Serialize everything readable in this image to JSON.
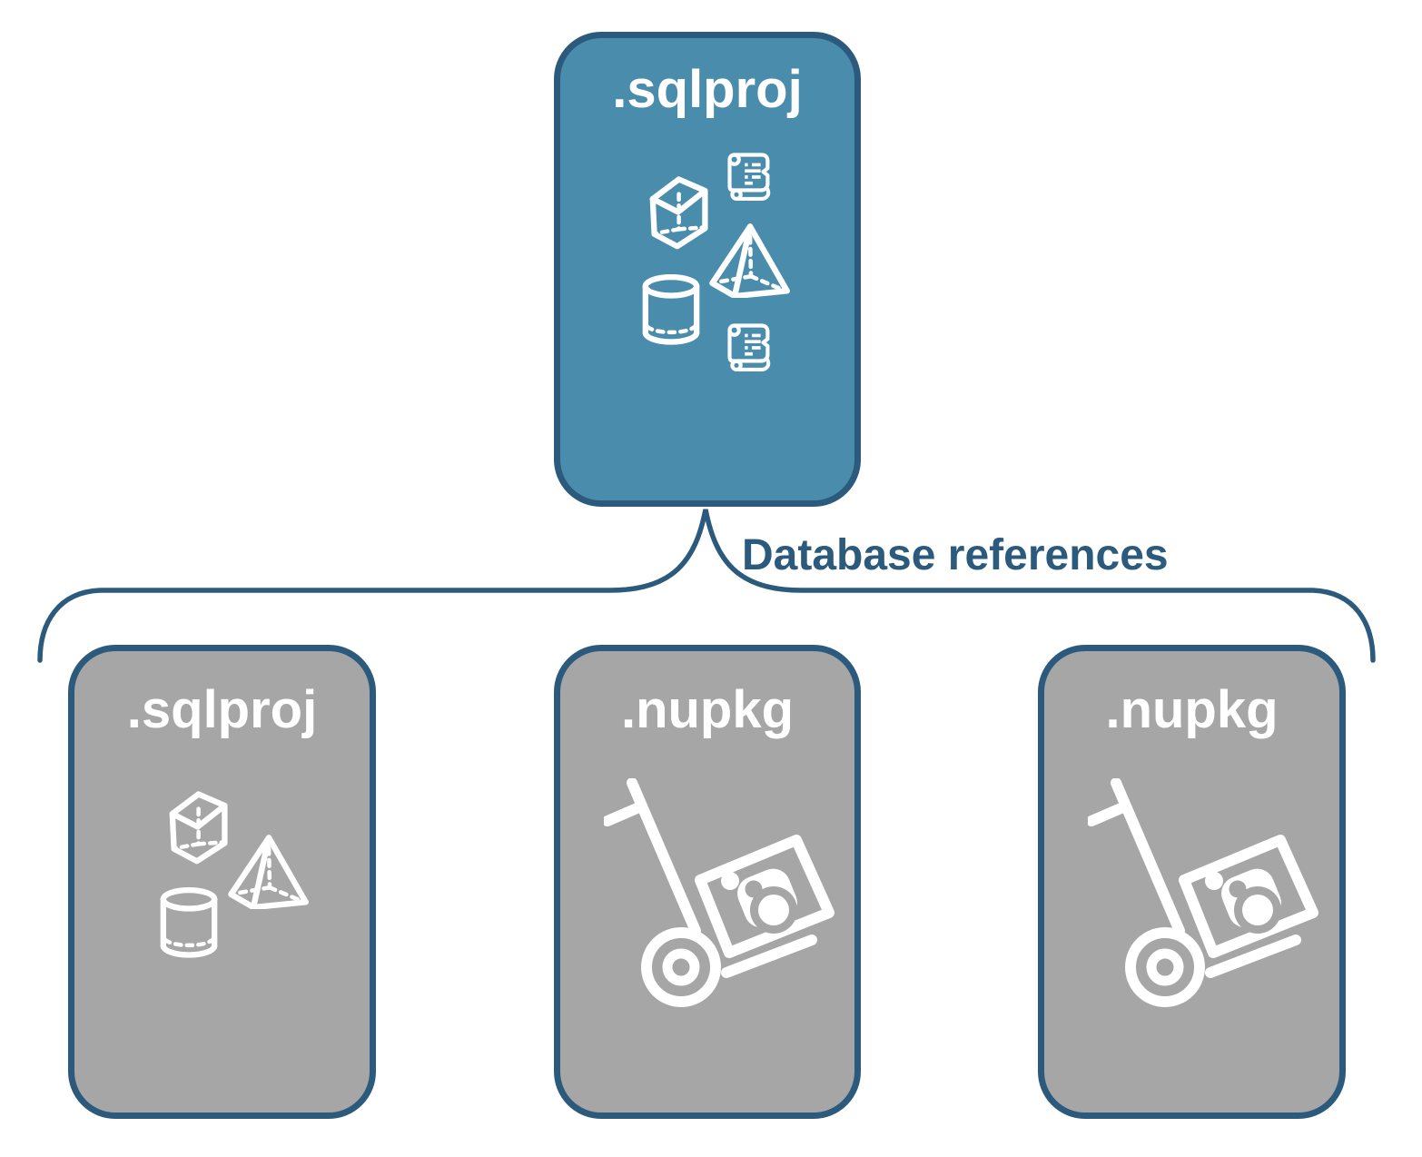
{
  "diagram": {
    "root_box": {
      "label": ".sqlproj"
    },
    "connector": {
      "label": "Database references"
    },
    "child_boxes": [
      {
        "label": ".sqlproj"
      },
      {
        "label": ".nupkg"
      },
      {
        "label": ".nupkg"
      }
    ],
    "icons": {
      "root_box": [
        "cube-icon",
        "script-scroll-icon",
        "pyramid-icon",
        "cylinder-icon",
        "script-scroll-icon"
      ],
      "child_sqlproj": [
        "cube-icon",
        "pyramid-icon",
        "cylinder-icon"
      ],
      "child_nupkg": [
        "hand-truck-package-icon"
      ]
    },
    "colors": {
      "root_fill": "#4a8cac",
      "child_fill": "#a6a6a6",
      "outline": "#2b5a7c",
      "label_text": "#ffffff",
      "connector_text": "#2b5a7c",
      "background": "#ffffff"
    }
  }
}
